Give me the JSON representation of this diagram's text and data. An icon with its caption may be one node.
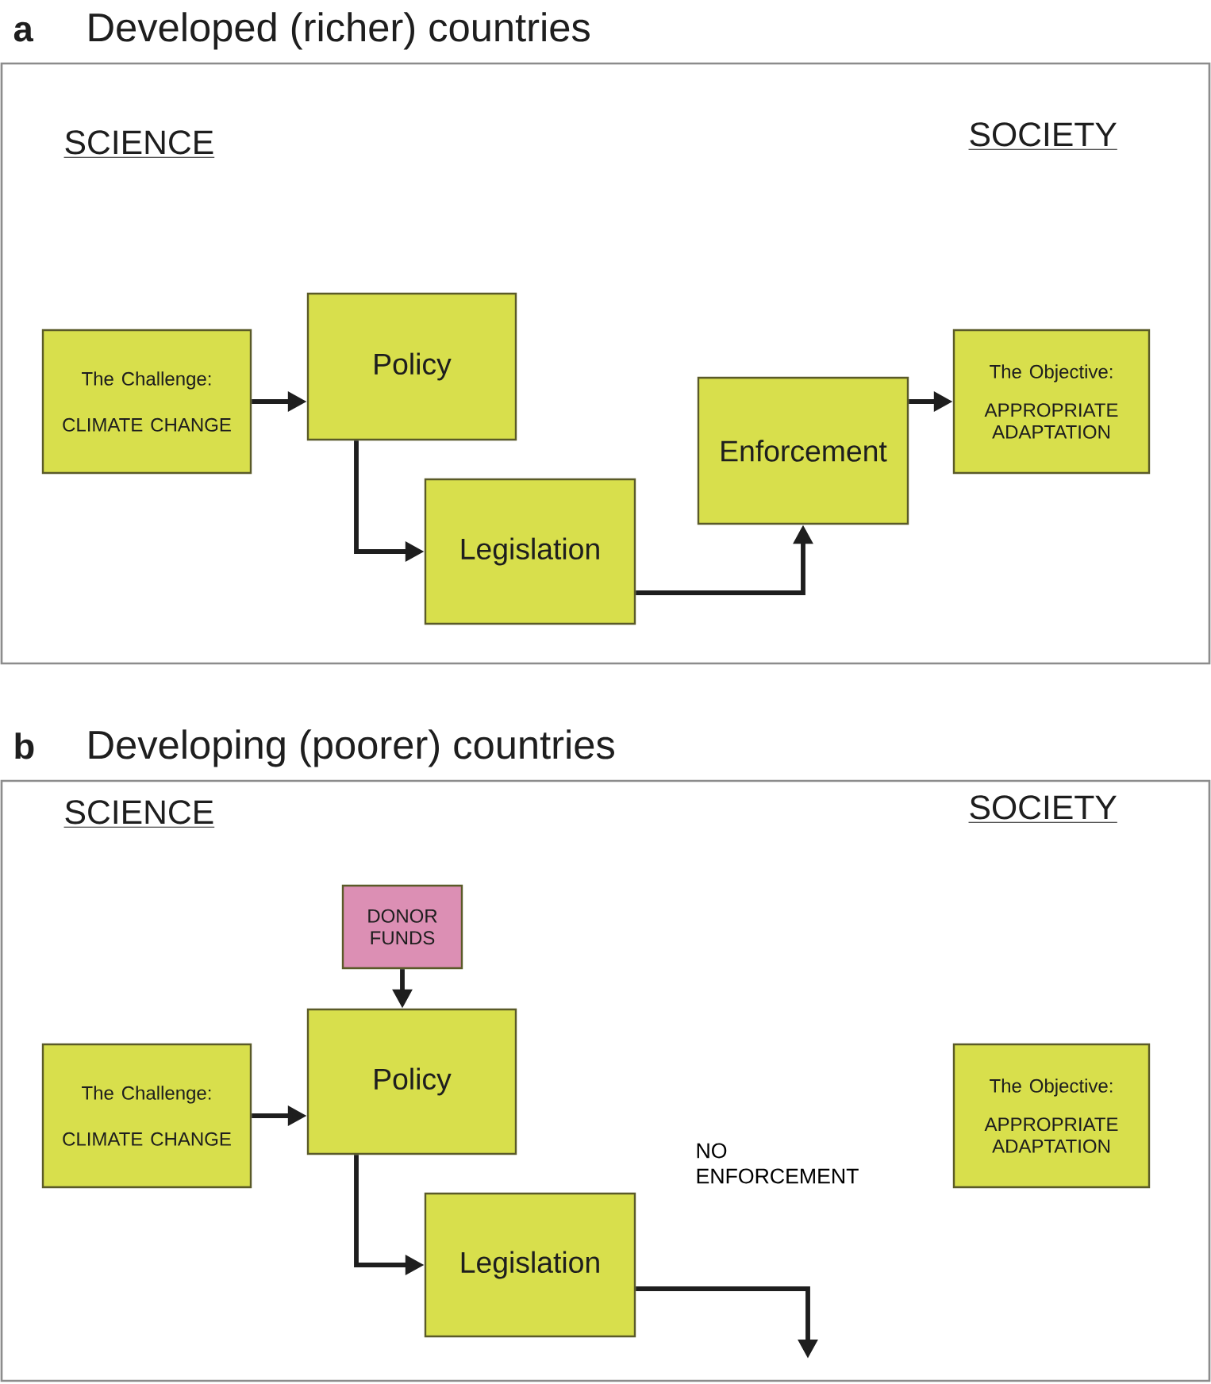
{
  "diagram": {
    "nodes": [
      {
        "text": [
          "a",
          "Developed (richer) countries"
        ]
      },
      {
        "text": [
          "The Challenge:",
          "CLIMATE CHANGE"
        ],
        "in": 0
      },
      {
        "text": [
          "Policy"
        ],
        "in": 0
      },
      {
        "text": [
          "Legislation"
        ],
        "in": 0
      },
      {
        "text": [
          "Enforcement"
        ],
        "in": 0
      },
      {
        "text": [
          "The Objective:",
          "APPROPRIATE ADAPTATION"
        ],
        "in": 0
      },
      {
        "text": [
          "b",
          "Developing (poorer) countries"
        ]
      },
      {
        "text": [
          "DONOR FUNDS"
        ],
        "in": 6
      },
      {
        "text": [
          "The Challenge:",
          "CLIMATE CHANGE"
        ],
        "in": 6
      },
      {
        "text": [
          "Policy"
        ],
        "in": 6
      },
      {
        "text": [
          "Legislation"
        ],
        "in": 6
      },
      {
        "text": [
          "The Objective:",
          "APPROPRIATE ADAPTATION"
        ],
        "in": 6
      }
    ],
    "edges": [
      {
        "from": 1,
        "to": 2,
        "arrow": "to"
      },
      {
        "from": 2,
        "to": 3,
        "arrow": "to"
      },
      {
        "from": 3,
        "to": 4,
        "arrow": "to"
      },
      {
        "from": 4,
        "to": 5,
        "arrow": "to"
      },
      {
        "from": 7,
        "to": 9,
        "arrow": "to"
      },
      {
        "from": 8,
        "to": 9,
        "arrow": "to"
      },
      {
        "from": 9,
        "to": 10,
        "arrow": "to"
      },
      {
        "from": 10,
        "to": null,
        "arrow": "to"
      }
    ],
    "labels": [
      "SCIENCE",
      "SOCIETY",
      "SCIENCE",
      "SOCIETY",
      "NO ENFORCEMENT"
    ]
  }
}
